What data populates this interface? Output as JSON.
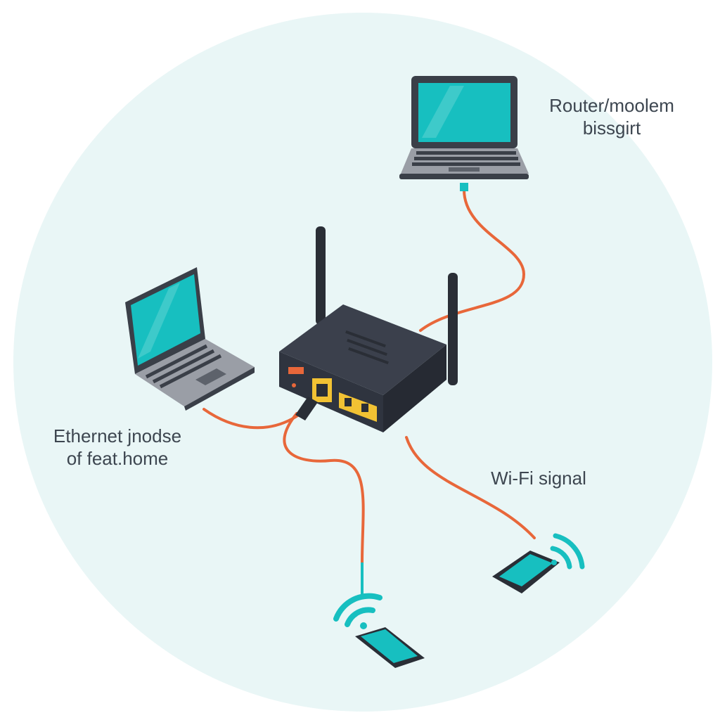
{
  "labels": {
    "router_line1": "Router/moolem",
    "router_line2": "bissgirt",
    "ethernet_line1": "Ethernet jnodse",
    "ethernet_line2": "of feat.home",
    "wifi": "Wi-Fi signal"
  },
  "colors": {
    "background_circle": "#e9f6f6",
    "cable": "#e8673a",
    "screen": "#17bfc0",
    "router_body": "#2f343f",
    "port_yellow": "#f2c233",
    "laptop_frame": "#3a3f48",
    "keyboard_deck": "#9a9ea6",
    "wifi_arcs": "#17bfc0"
  },
  "icons": [
    "router-icon",
    "laptop-icon",
    "smartphone-icon",
    "wifi-signal-icon",
    "ethernet-cable-icon"
  ]
}
